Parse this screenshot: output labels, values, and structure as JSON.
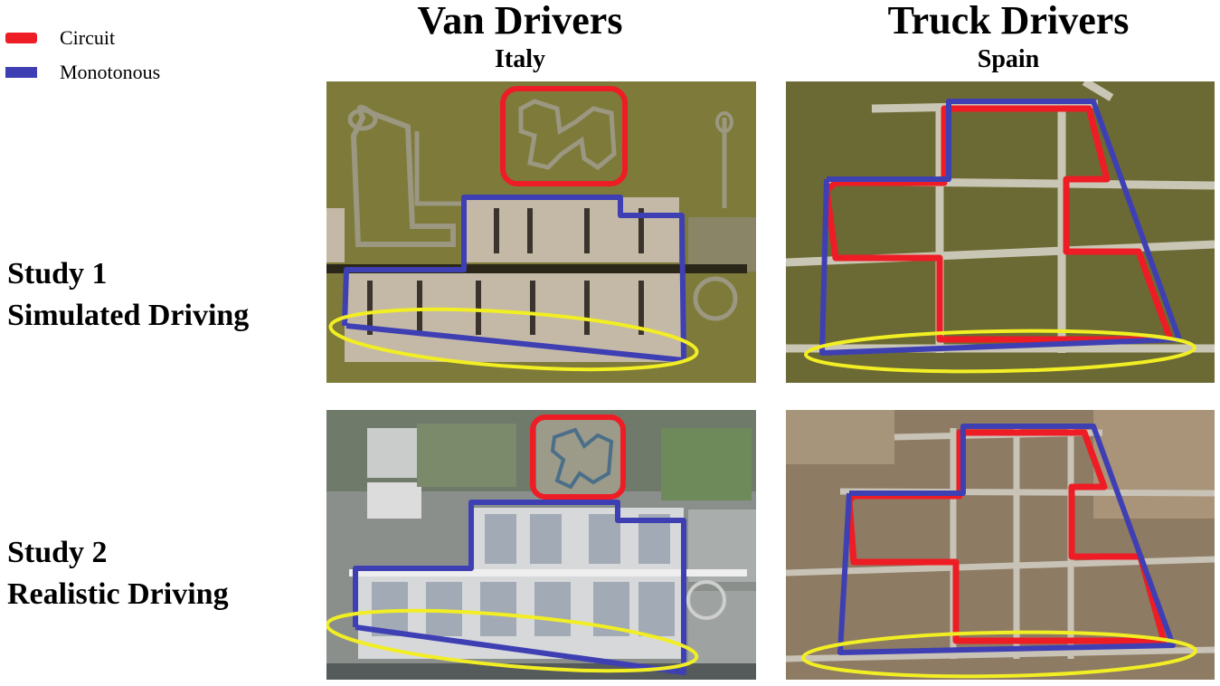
{
  "legend": {
    "items": [
      {
        "label": "Circuit",
        "color": "#ee1c25"
      },
      {
        "label": "Monotonous",
        "color": "#3f3fb4"
      }
    ]
  },
  "columns": [
    {
      "title": "Van Drivers",
      "subtitle": "Italy"
    },
    {
      "title": "Truck Drivers",
      "subtitle": "Spain"
    }
  ],
  "rows": [
    {
      "line1": "Study 1",
      "line2": "Simulated Driving"
    },
    {
      "line1": "Study 2",
      "line2": "Realistic Driving"
    }
  ],
  "colors": {
    "circuit": "#ee1c25",
    "monotonous": "#3f3fb4",
    "highlight": "#f2ee24",
    "simulated_ground": "#7d7a3a",
    "realistic_italy_ground": "#9aa0a2",
    "realistic_spain_ground": "#8f7a62"
  }
}
